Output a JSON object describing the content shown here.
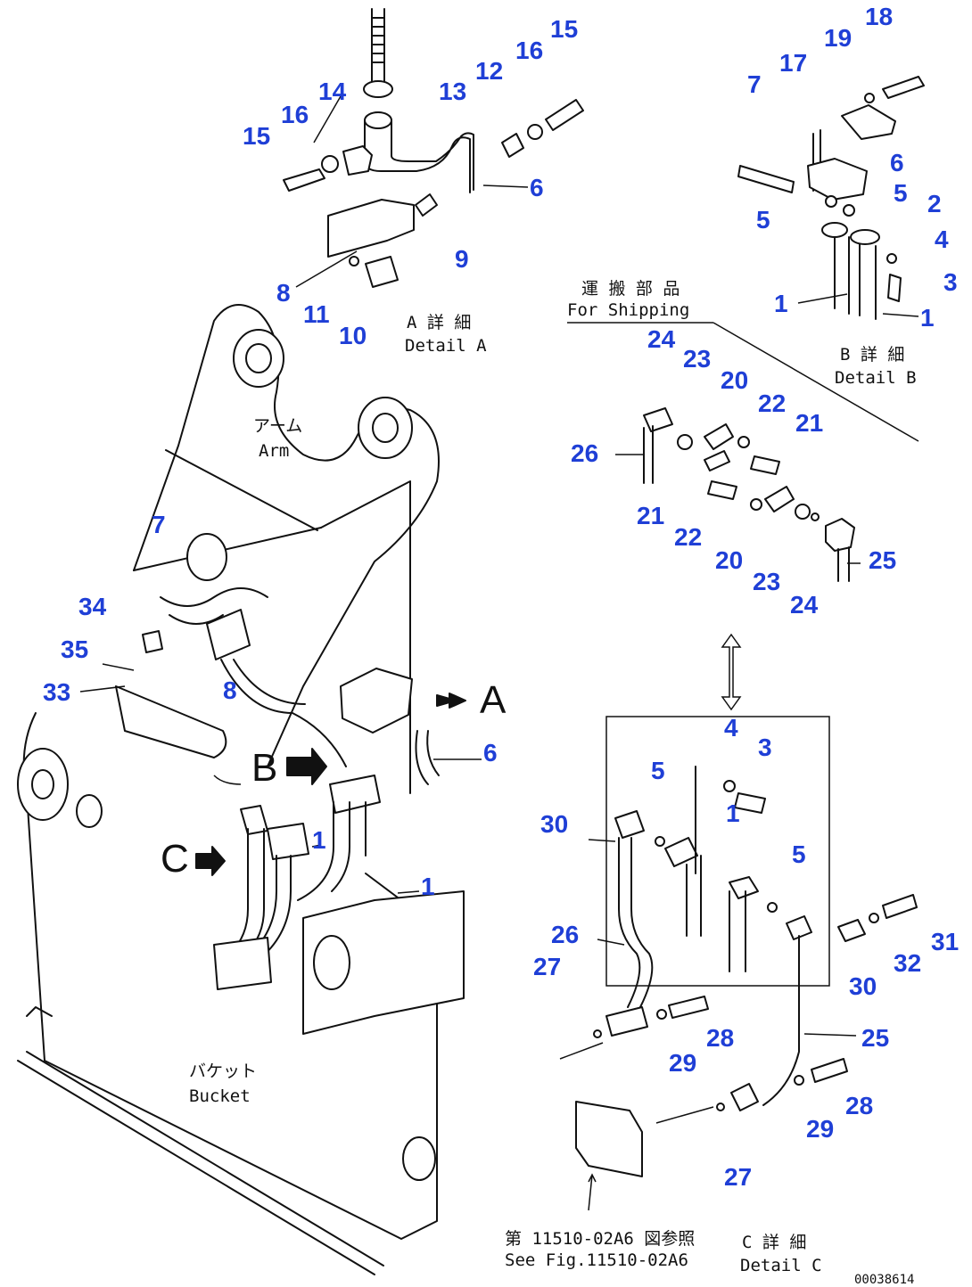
{
  "labels": {
    "arm_jp": "アーム",
    "arm_en": "Arm",
    "bucket_jp": "バケット",
    "bucket_en": "Bucket",
    "detail_a_jp": "A 詳 細",
    "detail_a_en": "Detail A",
    "detail_b_jp": "B 詳 細",
    "detail_b_en": "Detail B",
    "detail_c_jp": "C 詳 細",
    "detail_c_en": "Detail C",
    "shipping_jp": "運 搬 部 品",
    "shipping_en": "For Shipping",
    "see_fig_jp": "第 11510-02A6 図参照",
    "see_fig_en": "See Fig.11510-02A6",
    "view_a": "A",
    "view_b": "B",
    "view_c": "C",
    "drawing_code": "00038614"
  },
  "callouts": {
    "detail_a": [
      "15",
      "16",
      "14",
      "13",
      "12",
      "16",
      "15",
      "6",
      "9",
      "8",
      "11",
      "10"
    ],
    "detail_b": [
      "18",
      "19",
      "17",
      "7",
      "6",
      "5",
      "5",
      "2",
      "4",
      "3",
      "1",
      "1"
    ],
    "shipping": [
      "24",
      "23",
      "20",
      "22",
      "21",
      "26",
      "21",
      "22",
      "20",
      "23",
      "24",
      "25"
    ],
    "main": [
      "7",
      "34",
      "35",
      "33",
      "8",
      "6",
      "1",
      "1"
    ],
    "detail_c": [
      "4",
      "3",
      "5",
      "1",
      "30",
      "5",
      "26",
      "30",
      "32",
      "31",
      "27",
      "28",
      "29",
      "25",
      "28",
      "29",
      "27"
    ]
  },
  "colors": {
    "callout": "#1f3fd6",
    "line": "#111111",
    "background": "#ffffff"
  }
}
